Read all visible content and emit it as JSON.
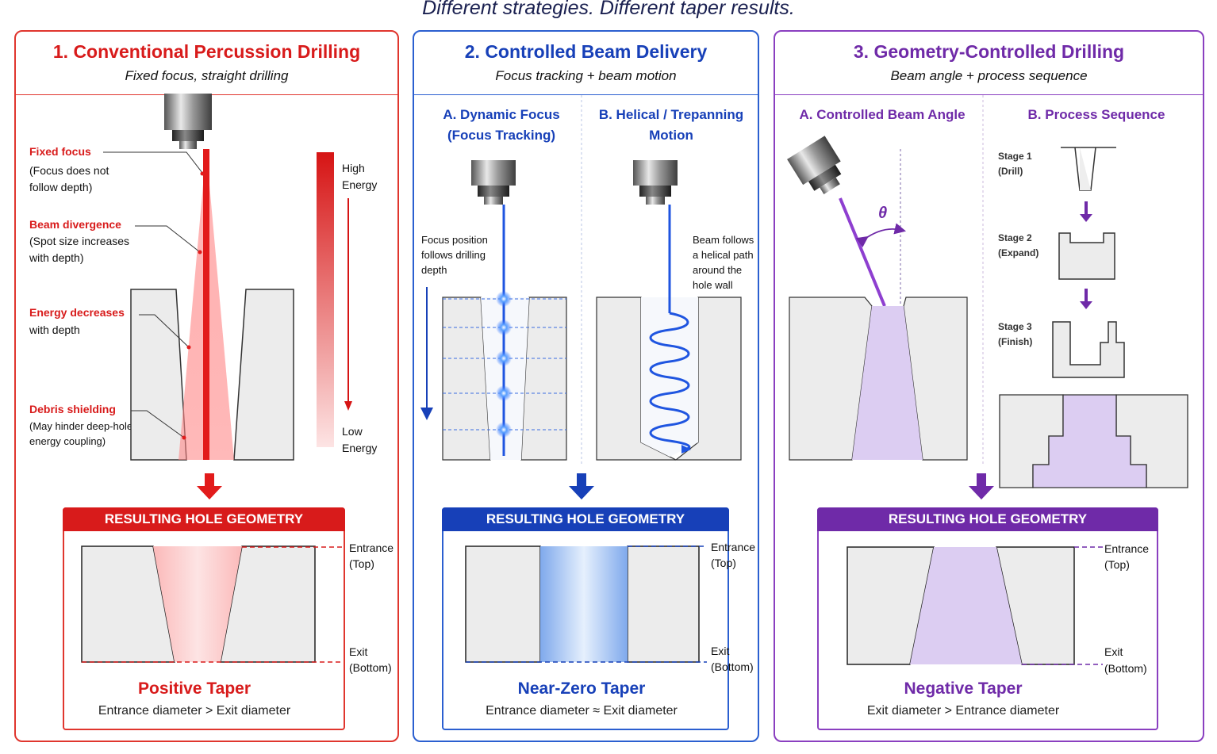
{
  "header": "Different strategies. Different taper results.",
  "panel1": {
    "title": "1. Conventional Percussion Drilling",
    "subtitle": "Fixed focus, straight drilling",
    "labels": {
      "fixed_focus": "Fixed focus",
      "fixed_focus_desc1": "(Focus does not",
      "fixed_focus_desc2": "follow depth)",
      "divergence": "Beam divergence",
      "divergence_desc1": "(Spot size increases",
      "divergence_desc2": "with depth)",
      "energy": "Energy decreases",
      "energy_desc": "with depth",
      "debris": "Debris shielding",
      "debris_desc1": "(May hinder deep-hole",
      "debris_desc2": "energy coupling)",
      "high1": "High",
      "high2": "Energy",
      "low1": "Low",
      "low2": "Energy"
    },
    "result": {
      "bar": "RESULTING HOLE GEOMETRY",
      "entrance1": "Entrance",
      "entrance2": "(Top)",
      "exit1": "Exit",
      "exit2": "(Bottom)",
      "name": "Positive Taper",
      "desc": "Entrance diameter > Exit diameter"
    }
  },
  "panel2": {
    "title": "2. Controlled Beam Delivery",
    "subtitle": "Focus tracking + beam motion",
    "sub_a1": "A. Dynamic Focus",
    "sub_a2": "(Focus Tracking)",
    "sub_b1": "B. Helical / Trepanning",
    "sub_b2": "Motion",
    "focus_text1": "Focus position",
    "focus_text2": "follows drilling",
    "focus_text3": "depth",
    "helix_text1": "Beam follows",
    "helix_text2": "a helical path",
    "helix_text3": "around the",
    "helix_text4": "hole wall",
    "result": {
      "bar": "RESULTING HOLE GEOMETRY",
      "entrance1": "Entrance",
      "entrance2": "(Top)",
      "exit1": "Exit",
      "exit2": "(Bottom)",
      "name": "Near-Zero Taper",
      "desc": "Entrance diameter ≈ Exit diameter"
    }
  },
  "panel3": {
    "title": "3. Geometry-Controlled Drilling",
    "subtitle": "Beam angle + process sequence",
    "sub_a": "A. Controlled Beam Angle",
    "sub_b": "B. Process Sequence",
    "theta": "θ",
    "stage1": "Stage 1",
    "stage1_desc": "(Drill)",
    "stage2": "Stage 2",
    "stage2_desc": "(Expand)",
    "stage3": "Stage 3",
    "stage3_desc": "(Finish)",
    "result": {
      "bar": "RESULTING HOLE GEOMETRY",
      "entrance1": "Entrance",
      "entrance2": "(Top)",
      "exit1": "Exit",
      "exit2": "(Bottom)",
      "name": "Negative Taper",
      "desc": "Exit diameter > Entrance diameter"
    }
  },
  "colors": {
    "red": "#d81b1b",
    "blue": "#1740b8",
    "purple": "#6f2aa8"
  }
}
